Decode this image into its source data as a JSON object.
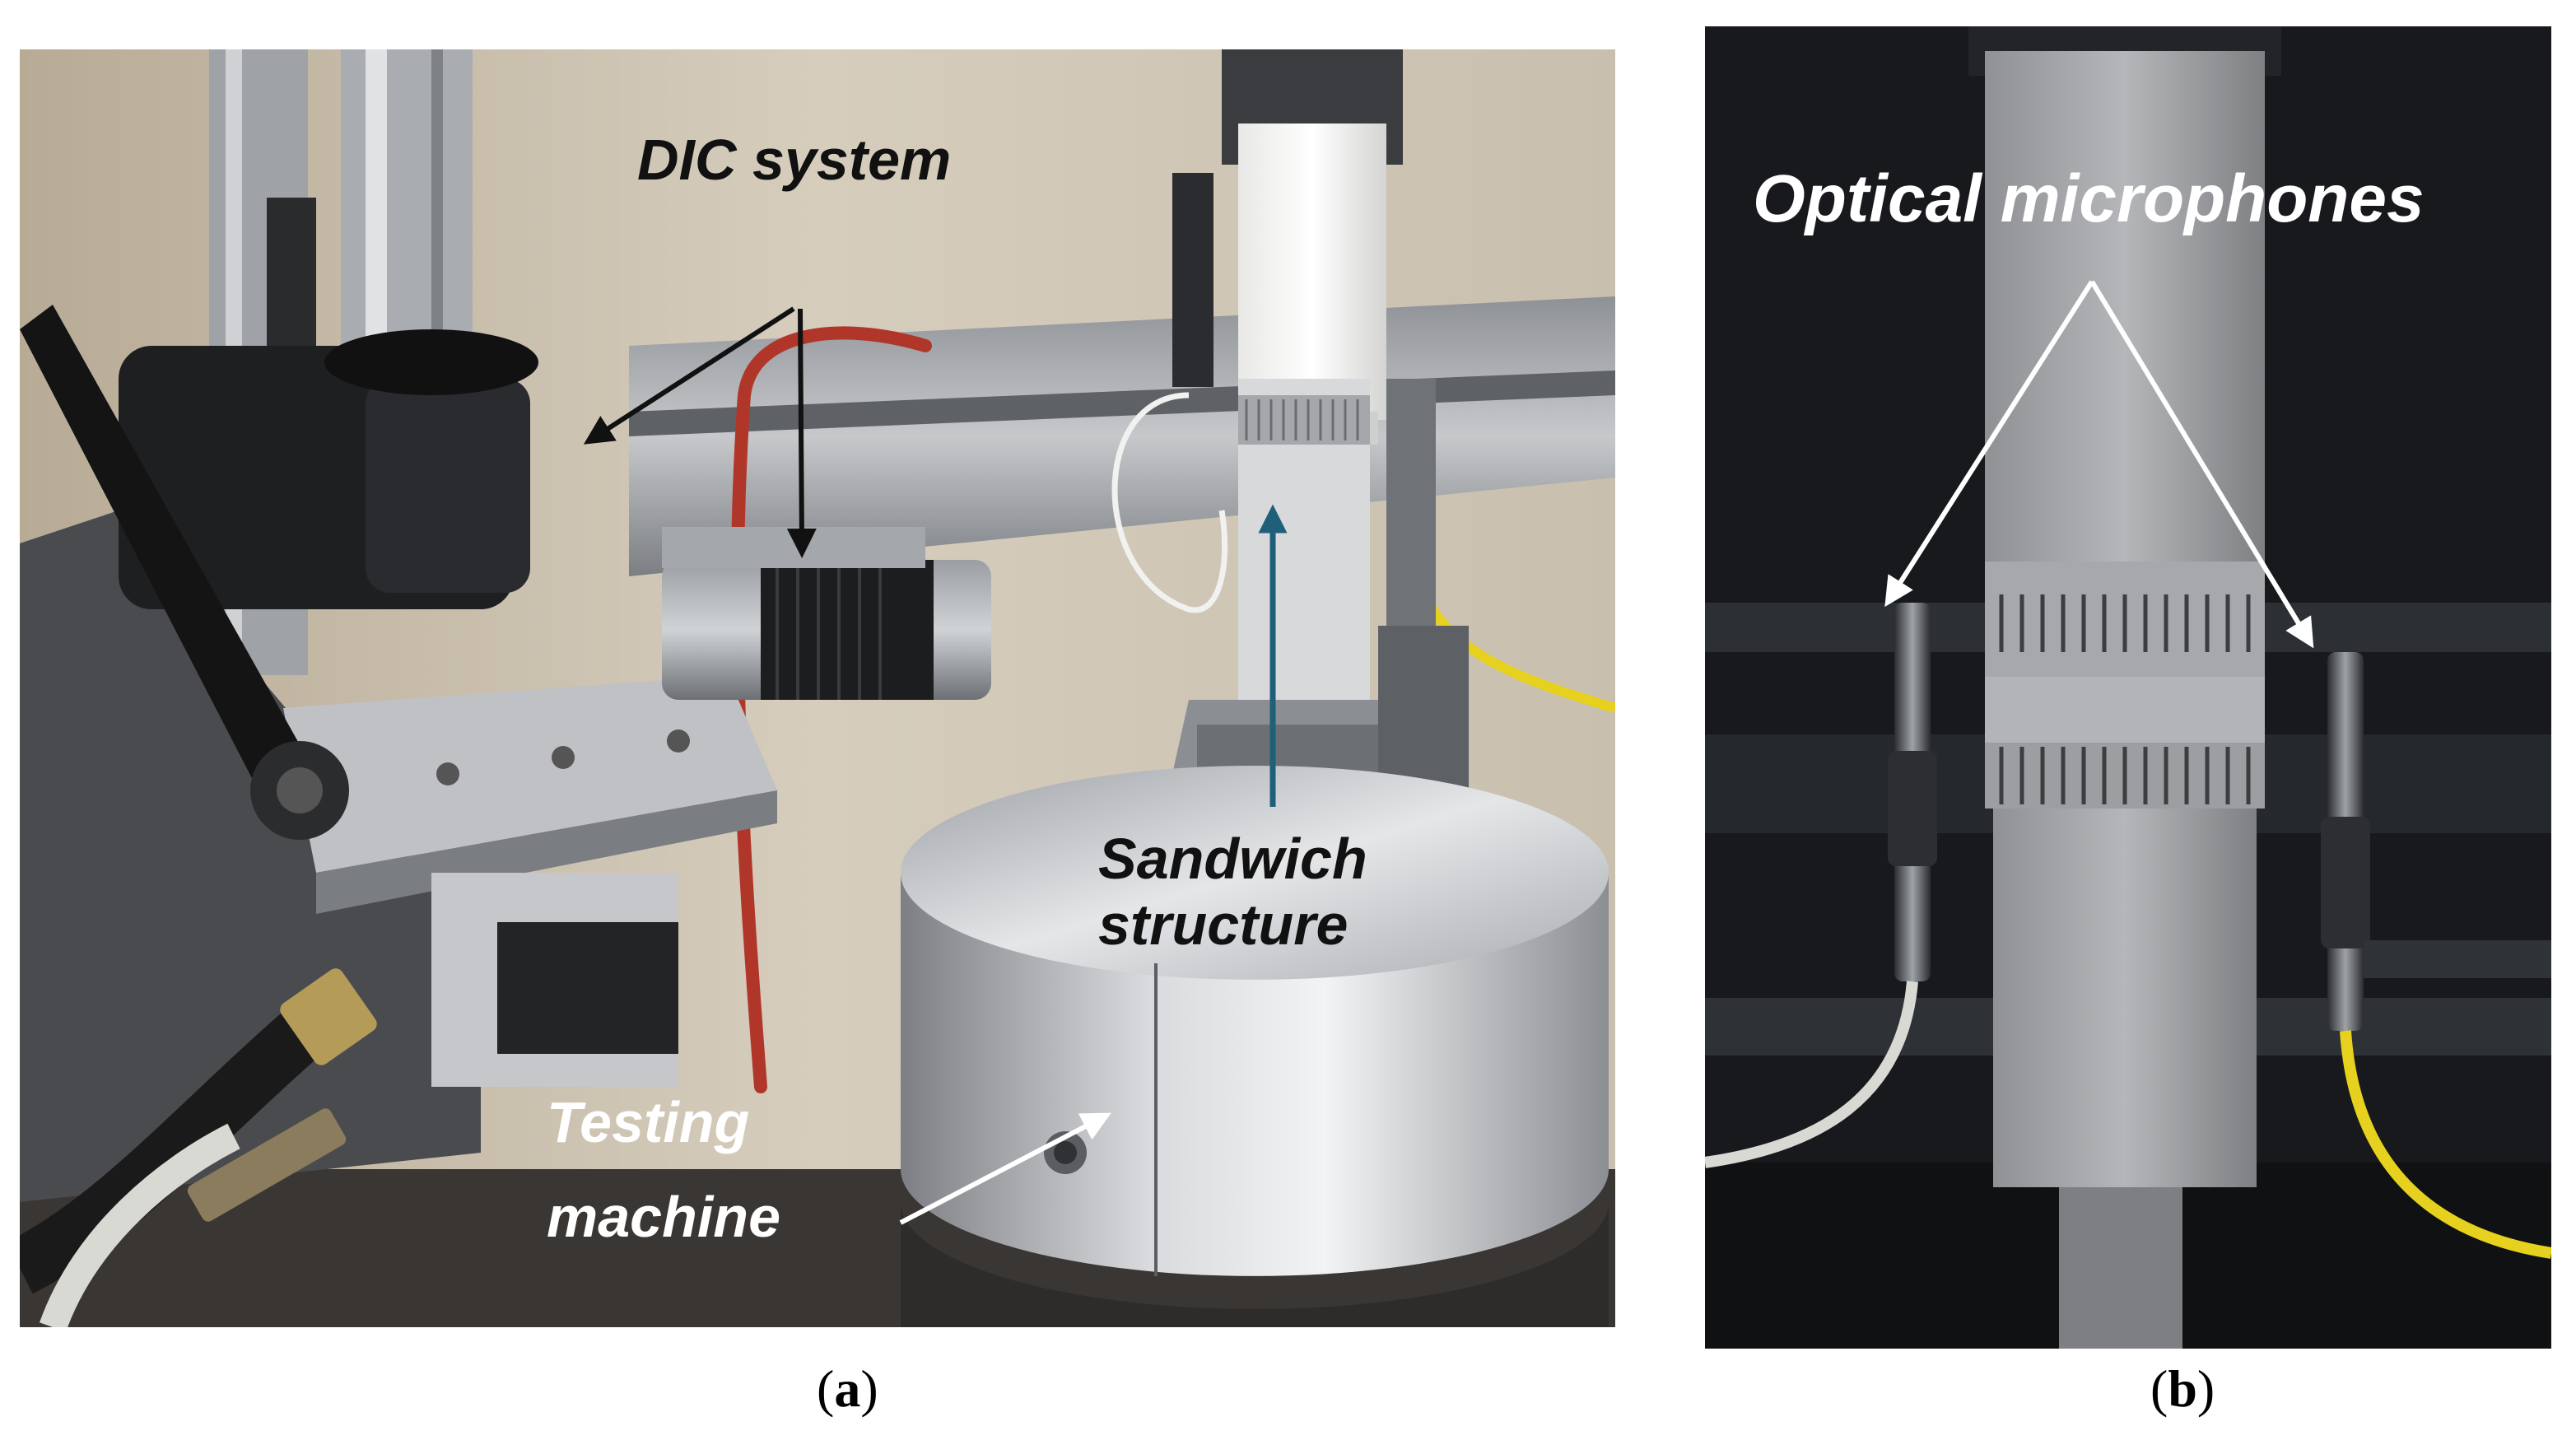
{
  "panel_a": {
    "labels": {
      "dic_system": "DIC system",
      "sandwich_line1": "Sandwich",
      "sandwich_line2": "structure",
      "testing_line1": "Testing",
      "testing_line2": "machine"
    },
    "caption": {
      "open": "(",
      "letter": "a",
      "close": ")"
    }
  },
  "panel_b": {
    "labels": {
      "optical_microphones": "Optical microphones"
    },
    "caption": {
      "open": "(",
      "letter": "b",
      "close": ")"
    }
  },
  "colors": {
    "dark_arrow": "#111111",
    "teal_arrow": "#1f5f7a",
    "white_arrow": "#ffffff",
    "red_cable": "#b0362a",
    "yellow_cable": "#e6d21e"
  }
}
